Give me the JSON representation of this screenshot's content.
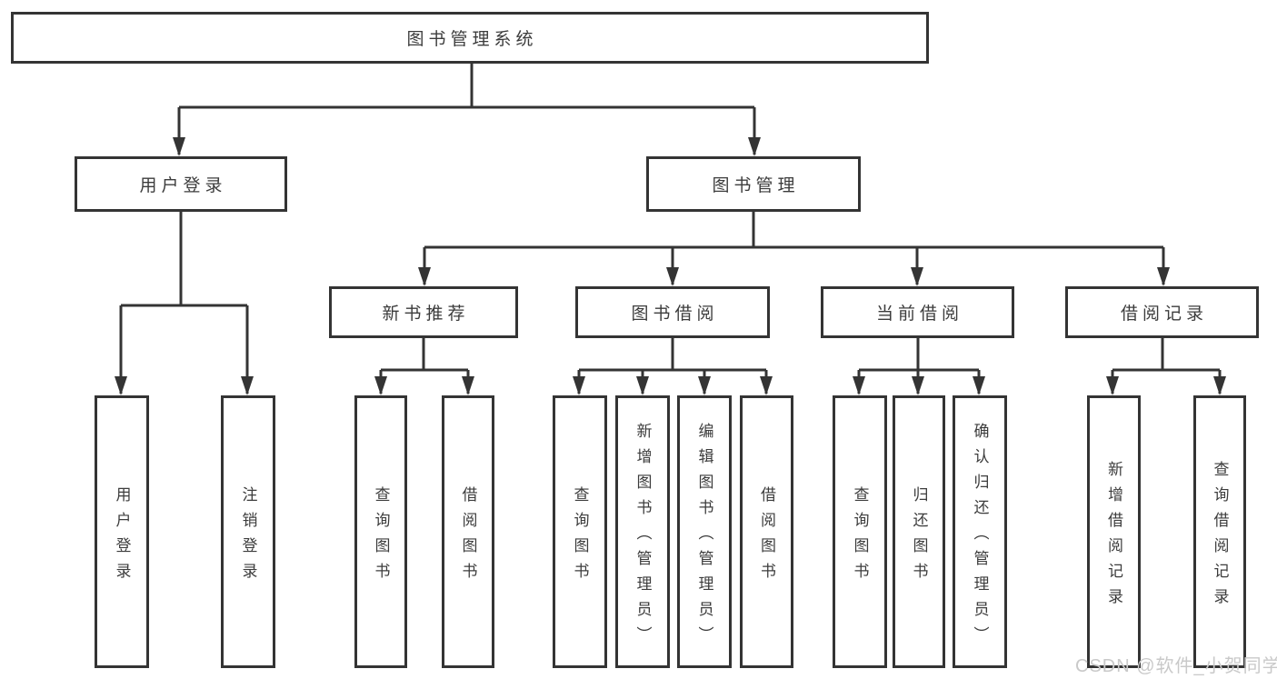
{
  "title": "图书管理系统",
  "tree": {
    "root": {
      "label": "图书管理系统"
    },
    "branches": [
      {
        "label": "用户登录",
        "children": [
          {
            "label": "用户登录"
          },
          {
            "label": "注销登录"
          }
        ]
      },
      {
        "label": "图书管理",
        "children": [
          {
            "label": "新书推荐",
            "children": [
              {
                "label": "查询图书"
              },
              {
                "label": "借阅图书"
              }
            ]
          },
          {
            "label": "图书借阅",
            "children": [
              {
                "label": "查询图书"
              },
              {
                "label": "新增图书（管理员）"
              },
              {
                "label": "编辑图书（管理员）"
              },
              {
                "label": "借阅图书"
              }
            ]
          },
          {
            "label": "当前借阅",
            "children": [
              {
                "label": "查询图书"
              },
              {
                "label": "归还图书"
              },
              {
                "label": "确认归还（管理员）"
              }
            ]
          },
          {
            "label": "借阅记录",
            "children": [
              {
                "label": "新增借阅记录"
              },
              {
                "label": "查询借阅记录"
              }
            ]
          }
        ]
      }
    ]
  },
  "watermark": {
    "text": "CSDN @软件_小贺同学"
  },
  "colors": {
    "line": "#343434",
    "text": "#3c3c3c",
    "watermark": "#c9c9c9",
    "background": "#ffffff"
  }
}
